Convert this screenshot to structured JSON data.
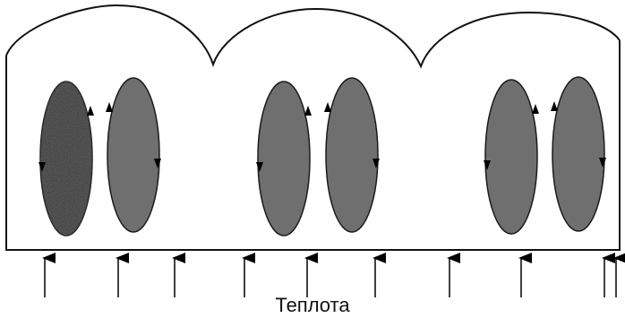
{
  "diagram": {
    "heat_label": "Теплота",
    "colors": {
      "line": "#111111",
      "cell_fill": "#6f6f6f",
      "cell_fill_dark": "#3a3a3a",
      "arrow": "#000000",
      "background": "#ffffff"
    },
    "cells": [
      {
        "name": "cell-1",
        "shade": "dark",
        "rotation": "counterclockwise"
      },
      {
        "name": "cell-2",
        "shade": "normal",
        "rotation": "clockwise"
      },
      {
        "name": "cell-3",
        "shade": "normal",
        "rotation": "counterclockwise"
      },
      {
        "name": "cell-4",
        "shade": "normal",
        "rotation": "clockwise"
      },
      {
        "name": "cell-5",
        "shade": "normal",
        "rotation": "counterclockwise"
      },
      {
        "name": "cell-6",
        "shade": "normal",
        "rotation": "clockwise"
      }
    ],
    "heat_arrow_count": 10
  }
}
